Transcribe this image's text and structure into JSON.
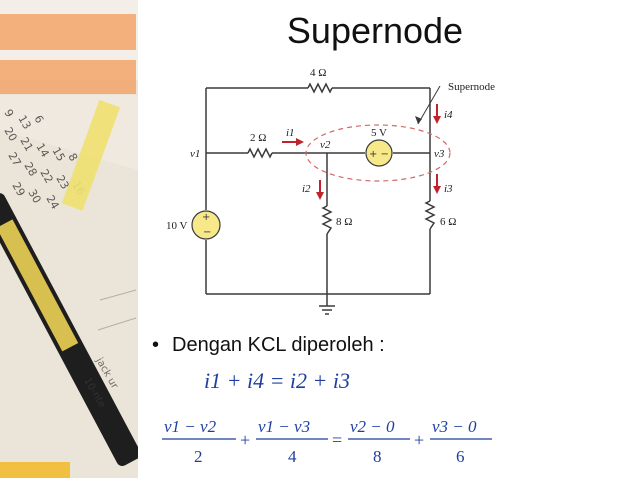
{
  "slide": {
    "title": "Supernode",
    "bullet": "Dengan KCL diperoleh :",
    "bullet_marker": "•"
  },
  "circuit": {
    "supernode_label": "Supernode",
    "top_resistor": "4 Ω",
    "left_resistor": "2 Ω",
    "source_voltage": "5 V",
    "source_polarity": "+ −",
    "battery_voltage": "10 V",
    "mid_resistor": "8 Ω",
    "right_resistor": "6 Ω",
    "node_v1": "v1",
    "node_v2": "v2",
    "node_v3": "v3",
    "current_i1": "i1",
    "current_i2": "i2",
    "current_i3": "i3",
    "current_i4": "i4"
  },
  "equations": {
    "kcl": "i1 + i4 = i2 + i3",
    "node_eq": {
      "t1_num": "v1 − v2",
      "t1_den": "2",
      "t2_num": "v1 − v3",
      "t2_den": "4",
      "t3_num": "v2 − 0",
      "t3_den": "8",
      "t4_num": "v3 − 0",
      "t4_den": "6",
      "op1": "+",
      "eq": "=",
      "op2": "+"
    }
  },
  "colors": {
    "wire": "#3a3a3a",
    "arrow": "#c0232b",
    "equation_blue": "#1f3fa0",
    "supernode_dash": "#d06a6a",
    "source_fill": "#f7e88a"
  }
}
